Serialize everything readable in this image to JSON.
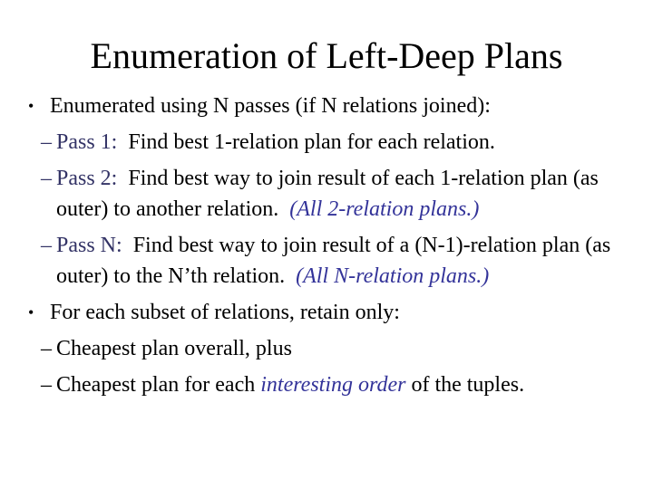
{
  "slide": {
    "title": "Enumeration of Left-Deep Plans",
    "colors": {
      "background": "#ffffff",
      "text": "#000000",
      "pass_label_blue": "#333366",
      "emphasis_italic_blue": "#333399"
    },
    "items": [
      {
        "level": 1,
        "marker": "•",
        "segments": [
          {
            "text": "Enumerated using N passes (if N relations joined):",
            "style": "normal"
          }
        ]
      },
      {
        "level": 2,
        "marker": "–",
        "segments": [
          {
            "text": "Pass 1:",
            "style": "blue"
          },
          {
            "text": "  Find best 1-relation plan for each relation.",
            "style": "normal"
          }
        ]
      },
      {
        "level": 2,
        "marker": "–",
        "segments": [
          {
            "text": "Pass 2:",
            "style": "blue"
          },
          {
            "text": "  Find best way to join result of each 1-relation plan (as outer) to another relation.  ",
            "style": "normal"
          },
          {
            "text": "(All 2-relation plans.)",
            "style": "blue-italic"
          }
        ]
      },
      {
        "level": 2,
        "marker": "–",
        "segments": [
          {
            "text": "Pass N:",
            "style": "blue"
          },
          {
            "text": "  Find best way to join result of a (N-1)-relation plan (as outer) to the N’th relation.  ",
            "style": "normal"
          },
          {
            "text": "(All N-relation plans.)",
            "style": "blue-italic"
          }
        ]
      },
      {
        "level": 1,
        "marker": "•",
        "segments": [
          {
            "text": "For each subset of relations, retain only:",
            "style": "normal"
          }
        ]
      },
      {
        "level": 2,
        "marker": "–",
        "segments": [
          {
            "text": "Cheapest plan overall, plus",
            "style": "normal"
          }
        ]
      },
      {
        "level": 2,
        "marker": "–",
        "segments": [
          {
            "text": "Cheapest plan for each ",
            "style": "normal"
          },
          {
            "text": "interesting order",
            "style": "blue-italic"
          },
          {
            "text": " of the tuples.",
            "style": "normal"
          }
        ]
      }
    ]
  }
}
